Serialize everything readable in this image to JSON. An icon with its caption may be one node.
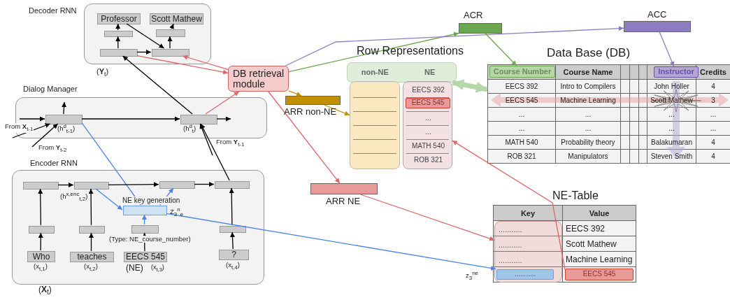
{
  "diagram": {
    "nodes": [
      {
        "text": [
          "Decoder RNN"
        ]
      },
      {
        "text": [
          "Professor"
        ],
        "in": 0
      },
      {
        "text": [
          "Scott Mathew"
        ],
        "in": 0
      },
      {
        "text": [],
        "shape": "box",
        "in": 0
      },
      {
        "text": [],
        "shape": "box",
        "in": 0
      },
      {
        "text": [],
        "shape": "box",
        "in": 0
      },
      {
        "text": [],
        "shape": "box",
        "in": 0
      },
      {
        "text": [
          "DB retrieval module"
        ]
      },
      {
        "text": [
          "Dialog Manager"
        ]
      },
      {
        "text": [],
        "shape": "box",
        "in": 8,
        "beside": [
          "(h$^{d}$$_{t-1}$)"
        ]
      },
      {
        "text": [],
        "shape": "box",
        "in": 8,
        "beside": [
          "(h$^{d}$$_{t}$)"
        ]
      },
      {
        "text": [
          "Encoder RNN"
        ]
      },
      {
        "text": [],
        "shape": "box",
        "in": 11
      },
      {
        "text": [],
        "shape": "box",
        "in": 11,
        "beside": [
          "(h$^{x,enc}$$_{t,2}$)"
        ]
      },
      {
        "text": [],
        "shape": "box",
        "in": 11
      },
      {
        "text": [],
        "shape": "box",
        "in": 11
      },
      {
        "text": [
          "NE key generation",
          "Z$_{3}$$^{n}$$_{e}$"
        ],
        "in": 11
      },
      {
        "text": [],
        "shape": "box",
        "in": 11
      },
      {
        "text": [],
        "shape": "box",
        "in": 11
      },
      {
        "text": [],
        "shape": "box",
        "in": 11
      },
      {
        "text": [],
        "shape": "box",
        "in": 11
      },
      {
        "text": [
          "Who"
        ],
        "in": 11,
        "beside": [
          "(x$_{t,1}$)"
        ]
      },
      {
        "text": [
          "teaches"
        ],
        "in": 11,
        "beside": [
          "(x$_{t,2}$)"
        ]
      },
      {
        "text": [
          "EECS 545"
        ],
        "in": 11,
        "beside": [
          "(NE)",
          "(x$_{t,3}$)"
        ]
      },
      {
        "text": [
          "?"
        ],
        "in": 11,
        "beside": [
          "(x$_{t,4}$)"
        ]
      },
      {
        "text": [
          "ACR"
        ]
      },
      {
        "text": [
          "ACC"
        ]
      },
      {
        "text": [
          "ARR non-NE"
        ]
      },
      {
        "text": [
          "ARR NE"
        ]
      },
      {
        "text": [
          "non-NE",
          "NE"
        ]
      },
      {
        "text": [],
        "shape": "box"
      },
      {
        "text": [
          "EECS 392",
          "...",
          "...",
          "MATH 540",
          "ROB 321"
        ]
      },
      {
        "text": [
          "EECS 545"
        ],
        "in": 31
      },
      {
        "text": [
          "Data Base (DB)",
          "Course Name",
          "Credits",
          "EECS 392",
          "Intro to Compilers",
          "John Holler",
          "4",
          "EECS 545",
          "Machine Learning",
          "Scott Mathew",
          "3",
          "...",
          "...",
          "...",
          "...",
          "...",
          "...",
          "...",
          "...",
          "MATH 540",
          "Probability theory",
          "Balakumaran",
          "4",
          "ROB 321",
          "Manipulators",
          "Steven Smith",
          "4"
        ]
      },
      {
        "text": [
          "Course Number"
        ],
        "in": 33
      },
      {
        "text": [
          "Instructor"
        ],
        "in": 33
      },
      {
        "text": [
          "NE-Table",
          "Key",
          "Value",
          "EECS 392",
          "Scott Mathew",
          "Machine Learning"
        ]
      },
      {
        "text": [
          "...........",
          "...........",
          "..........."
        ],
        "in": 36
      },
      {
        "text": [
          "..........."
        ],
        "in": 37,
        "beside": [
          "z$_{3}$$^{ne}$"
        ]
      },
      {
        "text": [
          "EECS 545"
        ],
        "in": 36
      }
    ],
    "edges": [
      {
        "from": 5,
        "to": 3,
        "arrow": "to"
      },
      {
        "from": 3,
        "to": 1,
        "arrow": "to"
      },
      {
        "from": 6,
        "to": 4,
        "arrow": "to"
      },
      {
        "from": 4,
        "to": 2,
        "arrow": "to"
      },
      {
        "from": 5,
        "to": 6,
        "arrow": "to"
      },
      {
        "from": 1,
        "to": 6,
        "arrow": "to"
      },
      {
        "from": 5,
        "to": 7,
        "arrow": "to",
        "color": "#e06666"
      },
      {
        "from": 7,
        "to": 6,
        "arrow": "to",
        "color": "#e06666"
      },
      {
        "from": 10,
        "to": 5,
        "arrow": "to"
      },
      {
        "from": null,
        "to": 9,
        "arrow": "to"
      },
      {
        "from": 9,
        "to": null,
        "arrow": "to"
      },
      {
        "from": 9,
        "to": 10,
        "arrow": "to"
      },
      {
        "from": 10,
        "to": null,
        "arrow": "to"
      },
      {
        "from": null,
        "to": 9,
        "arrow": "to",
        "label": "From **X**$_{t-1}$"
      },
      {
        "from": null,
        "to": 9,
        "arrow": "to",
        "label": "From **Y**$_{t-2}$"
      },
      {
        "from": null,
        "to": 10,
        "arrow": "to",
        "label": "From **Y**$_{t-1}$"
      },
      {
        "from": 15,
        "to": 10,
        "arrow": "to"
      },
      {
        "from": 10,
        "to": 7,
        "arrow": "to",
        "color": "#e06666"
      },
      {
        "from": 9,
        "to": 16,
        "arrow": "to",
        "color": "#4a86e8"
      },
      {
        "from": 13,
        "to": 16,
        "arrow": "to",
        "color": "#4a86e8"
      },
      {
        "from": 12,
        "to": 13,
        "arrow": "to"
      },
      {
        "from": 13,
        "to": 14,
        "arrow": "to"
      },
      {
        "from": 14,
        "to": 15,
        "arrow": "to"
      },
      {
        "from": 17,
        "to": 12,
        "arrow": "to"
      },
      {
        "from": 18,
        "to": 13,
        "arrow": "to"
      },
      {
        "from": 19,
        "to": 16,
        "arrow": "to",
        "color": "#4a86e8"
      },
      {
        "from": 20,
        "to": 15,
        "arrow": "to"
      },
      {
        "from": 21,
        "to": 17,
        "arrow": "to"
      },
      {
        "from": 22,
        "to": 18,
        "arrow": "to"
      },
      {
        "from": 23,
        "to": 19,
        "arrow": "to"
      },
      {
        "from": 24,
        "to": 20,
        "arrow": "to"
      },
      {
        "from": 16,
        "to": 14,
        "arrow": "to",
        "color": "#4a86e8"
      },
      {
        "from": 16,
        "to": 38,
        "arrow": "to",
        "color": "#4a86e8"
      },
      {
        "from": 7,
        "to": 25,
        "arrow": "to",
        "color": "#6aa84f"
      },
      {
        "from": 7,
        "to": 26,
        "arrow": "to",
        "color": "#8e7cc3"
      },
      {
        "from": 7,
        "to": 27,
        "arrow": "to",
        "color": "#bf9000"
      },
      {
        "from": 27,
        "to": 30,
        "arrow": "to",
        "color": "#bf9000"
      },
      {
        "from": 7,
        "to": 28,
        "arrow": "to",
        "color": "#e06666"
      },
      {
        "from": 28,
        "to": 37,
        "arrow": "to",
        "color": "#e06666"
      },
      {
        "from": 25,
        "to": 34,
        "arrow": "to",
        "color": "#6aa84f"
      },
      {
        "from": 26,
        "to": 35,
        "arrow": "to",
        "color": "#8e7cc3"
      },
      {
        "from": 39,
        "to": 31,
        "arrow": "to",
        "color": "#e06666"
      },
      {
        "from": 29,
        "to": 33,
        "arrow": "both",
        "style": "thick",
        "color": "#b6d7a8"
      }
    ],
    "labels": [
      "(**Y**$_{t}$)",
      "Row Representations",
      "(Type: NE_course_number)",
      "(**X**$_{t}$)"
    ]
  }
}
